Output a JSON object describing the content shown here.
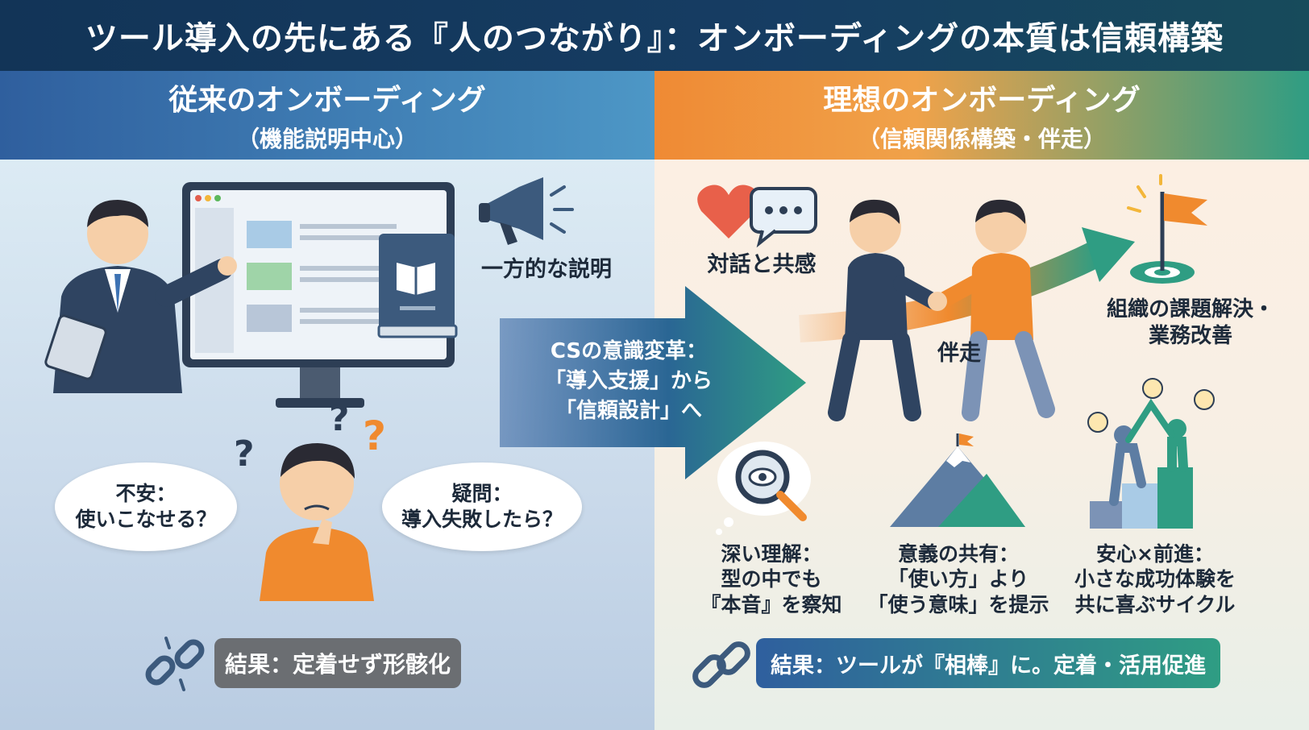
{
  "title": "ツール導入の先にある『人のつながり』：オンボーディングの本質は信頼構築",
  "left": {
    "heading": "従来のオンボーディング",
    "subheading": "（機能説明中心）",
    "megaphone_label": "一方的な説明",
    "bubble_anxiety": {
      "line1": "不安：",
      "line2": "使いこなせる？"
    },
    "bubble_question": {
      "line1": "疑問：",
      "line2": "導入失敗したら？"
    },
    "result": "結果：定着せず形骸化"
  },
  "center": {
    "line1": "CSの意識変革：",
    "line2": "「導入支援」から",
    "line3": "「信頼設計」へ"
  },
  "right": {
    "heading": "理想のオンボーディング",
    "subheading": "（信頼関係構築・伴走）",
    "dialogue_label": "対話と共感",
    "accompany_label": "伴走",
    "goal_label": {
      "line1": "組織の課題解決・",
      "line2": "業務改善"
    },
    "understanding": {
      "line1": "深い理解：",
      "line2": "型の中でも",
      "line3": "『本音』を察知"
    },
    "meaning": {
      "line1": "意義の共有：",
      "line2": "「使い方」より",
      "line3": "「使う意味」を提示"
    },
    "progress": {
      "line1": "安心×前進：",
      "line2": "小さな成功体験を",
      "line3": "共に喜ぶサイクル"
    },
    "result": "結果：ツールが『相棒』に。定着・活用促進"
  },
  "colors": {
    "navy": "#143a5e",
    "orange": "#f08a2e",
    "teal": "#2f9d83",
    "result_gray": "#6b6e72"
  },
  "icons": [
    "megaphone-icon",
    "book-icon",
    "monitor-icon",
    "chain-broken-icon",
    "chain-icon",
    "heart-icon",
    "chat-icon",
    "flag-icon",
    "magnifier-icon",
    "mountain-icon",
    "podium-icon",
    "question-icon"
  ]
}
